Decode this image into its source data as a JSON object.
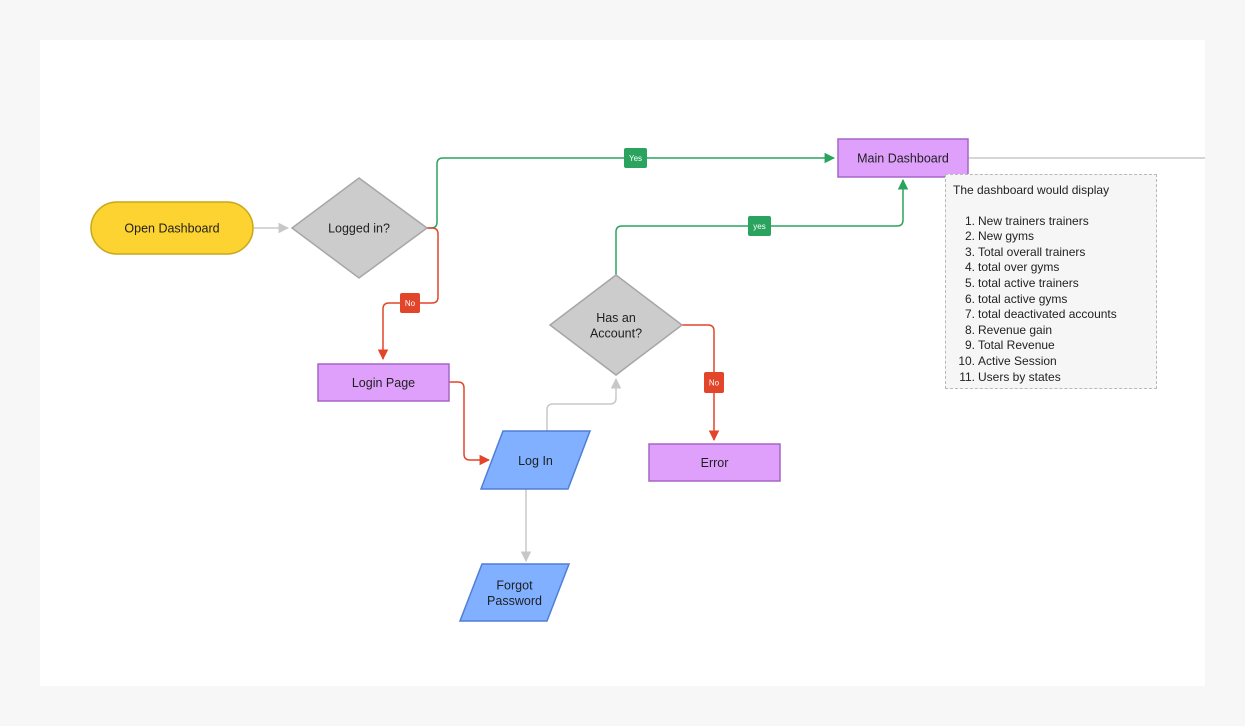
{
  "nodes": {
    "open_dashboard": "Open Dashboard",
    "logged_in": "Logged in?",
    "main_dashboard": "Main Dashboard",
    "login_page": "Login Page",
    "log_in": "Log In",
    "has_account_line1": "Has an",
    "has_account_line2": "Account?",
    "error": "Error",
    "forgot_line1": "Forgot",
    "forgot_line2": "Password"
  },
  "edge_labels": {
    "logged_yes": "Yes",
    "logged_no": "No",
    "account_yes": "yes",
    "account_no": "No"
  },
  "note": {
    "title": "The dashboard would display",
    "items": [
      {
        "num": "1.",
        "text": "New trainers trainers"
      },
      {
        "num": "2.",
        "text": "New gyms"
      },
      {
        "num": "3.",
        "text": "Total overall trainers"
      },
      {
        "num": "4.",
        "text": "total over gyms"
      },
      {
        "num": "5.",
        "text": "total active trainers"
      },
      {
        "num": "6.",
        "text": "total active gyms"
      },
      {
        "num": "7.",
        "text": "total deactivated accounts"
      },
      {
        "num": "8.",
        "text": "Revenue gain"
      },
      {
        "num": "9.",
        "text": "Total Revenue"
      },
      {
        "num": "10.",
        "text": "Active Session"
      },
      {
        "num": "11.",
        "text": "Users by states"
      }
    ]
  },
  "colors": {
    "terminal_fill": "#fcd330",
    "decision_fill": "#cccccc",
    "process_fill": "#dea0fb",
    "io_fill": "#80b0ff",
    "yes_edge": "#2aa35f",
    "no_edge": "#e3452a",
    "neutral_edge": "#c8c8c8"
  }
}
